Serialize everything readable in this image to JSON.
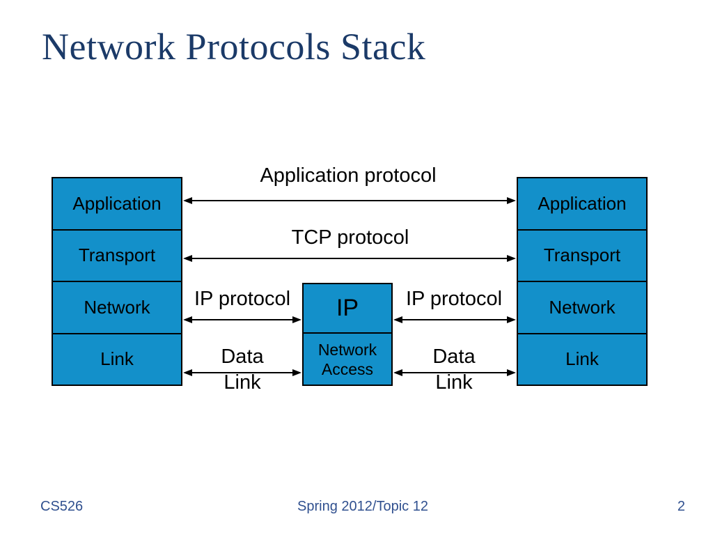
{
  "slide": {
    "title": "Network Protocols Stack",
    "footer": {
      "course": "CS526",
      "center": "Spring 2012/Topic 12",
      "page_number": "2"
    }
  },
  "diagram": {
    "left_stack": {
      "layers": [
        "Application",
        "Transport",
        "Network",
        "Link"
      ]
    },
    "right_stack": {
      "layers": [
        "Application",
        "Transport",
        "Network",
        "Link"
      ]
    },
    "middle_node": {
      "top": "IP",
      "bottom": "Network Access"
    },
    "labels": {
      "application_protocol": "Application protocol",
      "tcp_protocol": "TCP protocol",
      "ip_protocol_left": "IP protocol",
      "ip_protocol_right": "IP protocol",
      "data_link_left": {
        "line1": "Data",
        "line2": "Link"
      },
      "data_link_right": {
        "line1": "Data",
        "line2": "Link"
      }
    },
    "colors": {
      "box_fill": "#1390CA",
      "box_border": "#000000",
      "box_text": "#000000",
      "arrow": "#000000",
      "title_text": "#1B3A68",
      "footer_text": "#30508F"
    }
  }
}
